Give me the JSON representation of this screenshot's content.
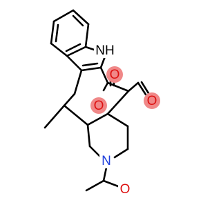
{
  "diagram": {
    "type": "chemical-structure",
    "atoms": {
      "nh": {
        "text": "NH",
        "color": "#000000"
      },
      "n_ring": {
        "text": "N",
        "color": "#2040dd"
      },
      "o_carbonyl_top": {
        "text": "O",
        "color": "#dd1111"
      },
      "o_ester": {
        "text": "O",
        "color": "#dd1111"
      },
      "o_aldehyde": {
        "text": "O",
        "color": "#dd1111"
      },
      "o_acetyl": {
        "text": "O",
        "color": "#dd1111"
      }
    },
    "colors": {
      "bond": "#000000",
      "nitrogen": "#2040dd",
      "oxygen": "#dd1111",
      "oxygen_highlight": "#f08888"
    }
  }
}
